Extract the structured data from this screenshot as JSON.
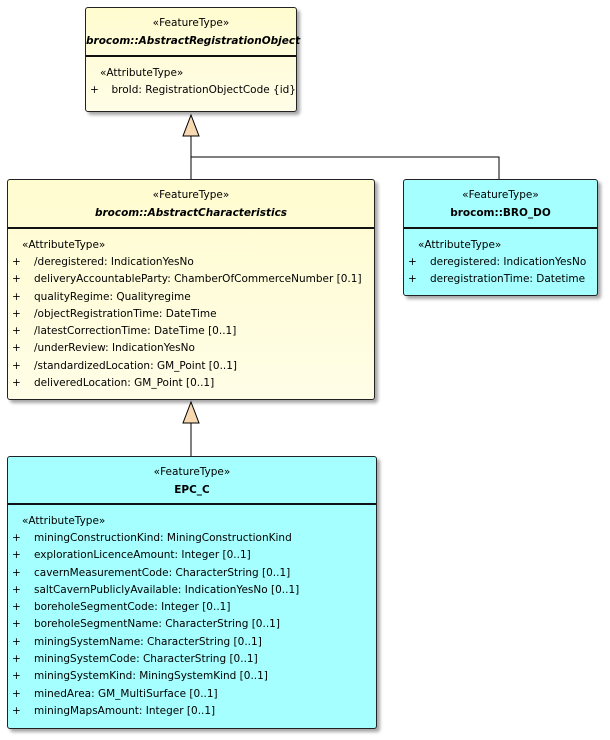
{
  "classes": {
    "registration_object": {
      "stereotype": "«FeatureType»",
      "name": "brocom::AbstractRegistrationObject",
      "attr_stereotype": "«AttributeType»",
      "attributes": [
        {
          "vis": "+",
          "text": "broId: RegistrationObjectCode {id}"
        }
      ]
    },
    "characteristics": {
      "stereotype": "«FeatureType»",
      "name": "brocom::AbstractCharacteristics",
      "attr_stereotype": "«AttributeType»",
      "attributes": [
        {
          "vis": "+",
          "text": "/deregistered: IndicationYesNo"
        },
        {
          "vis": "+",
          "text": "deliveryAccountableParty: ChamberOfCommerceNumber [0.1]"
        },
        {
          "vis": "+",
          "text": "qualityRegime: Qualityregime"
        },
        {
          "vis": "+",
          "text": "/objectRegistrationTime: DateTime"
        },
        {
          "vis": "+",
          "text": "/latestCorrectionTime: DateTime [0..1]"
        },
        {
          "vis": "+",
          "text": "/underReview: IndicationYesNo"
        },
        {
          "vis": "+",
          "text": "/standardizedLocation: GM_Point [0..1]"
        },
        {
          "vis": "+",
          "text": "deliveredLocation: GM_Point [0..1]"
        }
      ]
    },
    "bro_do": {
      "stereotype": "«FeatureType»",
      "name": "brocom::BRO_DO",
      "attr_stereotype": "«AttributeType»",
      "attributes": [
        {
          "vis": "+",
          "text": "deregistered: IndicationYesNo"
        },
        {
          "vis": "+",
          "text": "deregistrationTime: Datetime"
        }
      ]
    },
    "epc_c": {
      "stereotype": "«FeatureType»",
      "name": "EPC_C",
      "attr_stereotype": "«AttributeType»",
      "attributes": [
        {
          "vis": "+",
          "text": "miningConstructionKind: MiningConstructionKind"
        },
        {
          "vis": "+",
          "text": "explorationLicenceAmount: Integer [0..1]"
        },
        {
          "vis": "+",
          "text": "cavernMeasurementCode: CharacterString [0..1]"
        },
        {
          "vis": "+",
          "text": "saltCavernPubliclyAvailable: IndicationYesNo [0..1]"
        },
        {
          "vis": "+",
          "text": "boreholeSegmentCode: Integer [0..1]"
        },
        {
          "vis": "+",
          "text": "boreholeSegmentName: CharacterString [0..1]"
        },
        {
          "vis": "+",
          "text": "miningSystemName: CharacterString [0..1]"
        },
        {
          "vis": "+",
          "text": "miningSystemCode: CharacterString [0..1]"
        },
        {
          "vis": "+",
          "text": "miningSystemKind: MiningSystemKind [0..1]"
        },
        {
          "vis": "+",
          "text": "minedArea: GM_MultiSurface [0..1]"
        },
        {
          "vis": "+",
          "text": "miningMapsAmount: Integer [0..1]"
        }
      ]
    }
  },
  "colors": {
    "abstract_fill": "#fffcd0",
    "concrete_fill": "#a6ffff",
    "arrowhead_fill": "#f8d8b0"
  }
}
